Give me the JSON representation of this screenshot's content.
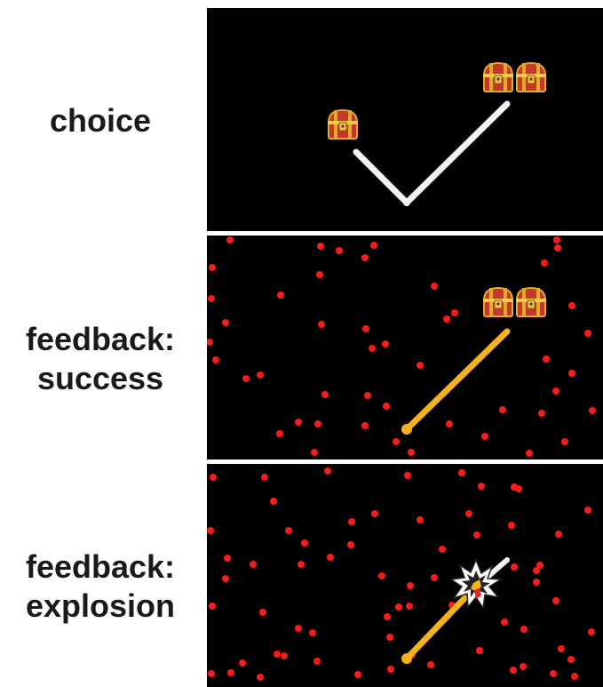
{
  "panels": [
    {
      "id": "choice",
      "label_lines": [
        "choice"
      ]
    },
    {
      "id": "success",
      "label_lines": [
        "feedback:",
        "success"
      ]
    },
    {
      "id": "explosion",
      "label_lines": [
        "feedback:",
        "explosion"
      ]
    }
  ],
  "colors": {
    "background": "#000000",
    "choice_line": "#f2f2f2",
    "success_line": "#f5b21a",
    "dots": "#ff1a1a",
    "chest_body": "#c0392b",
    "chest_trim": "#e2a92a",
    "explosion": "#ffffff"
  },
  "icons": {
    "chest": "treasure-chest-icon",
    "explosion": "explosion-burst-icon"
  }
}
